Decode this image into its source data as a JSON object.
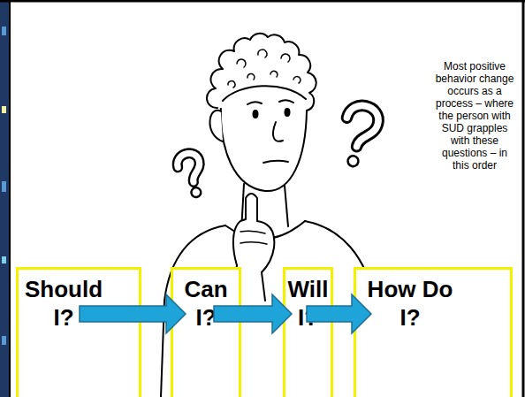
{
  "diagram": {
    "nodes": [
      {
        "text": [
          "Should I?"
        ]
      },
      {
        "text": [
          "Can I?"
        ]
      },
      {
        "text": [
          "Will I?"
        ]
      },
      {
        "text": [
          "How Do I?"
        ]
      }
    ],
    "edges": [
      {
        "from": 0,
        "to": 1,
        "arrow": "to"
      },
      {
        "from": 1,
        "to": 2,
        "arrow": "to"
      },
      {
        "from": 2,
        "to": 3,
        "arrow": "to"
      }
    ],
    "labels": [
      "Most positive behavior change occurs as a process – where the person with SUD grapples with these questions – in this order"
    ]
  }
}
